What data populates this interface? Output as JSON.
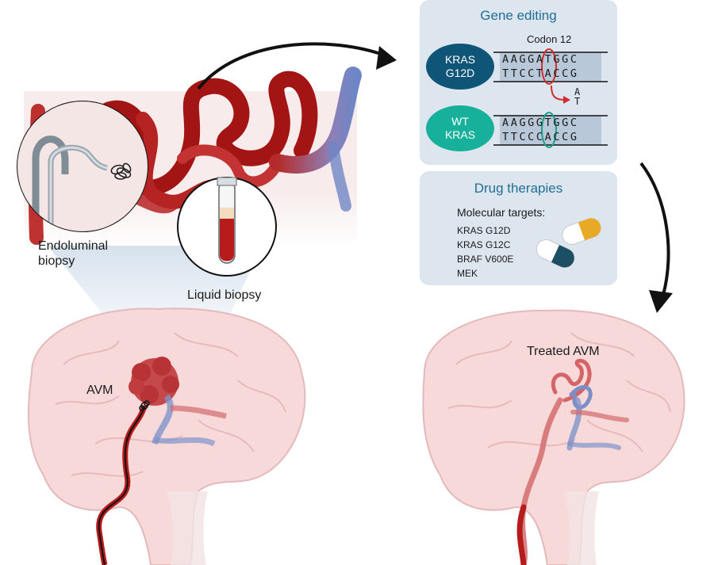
{
  "figure": {
    "labels": {
      "endoluminal_biopsy": "Endoluminal biopsy",
      "liquid_biopsy": "Liquid biopsy",
      "avm": "AVM",
      "treated_avm": "Treated AVM"
    },
    "gene_editing": {
      "title": "Gene editing",
      "codon_label": "Codon 12",
      "mutant": {
        "line1": "KRAS",
        "line2": "G12D",
        "top_strand": "AAGGATGGC",
        "bottom_strand": "TTCCTACCG",
        "color": "#0e5577"
      },
      "edit_letters": {
        "top": "A",
        "bottom": "T"
      },
      "wildtype": {
        "line1": "WT",
        "line2": "KRAS",
        "top_strand": "AAGGGTGGC",
        "bottom_strand": "TTCCCACCG",
        "color": "#17b09a"
      }
    },
    "drug_therapies": {
      "title": "Drug therapies",
      "subtitle": "Molecular targets:",
      "targets": [
        "KRAS G12D",
        "KRAS G12C",
        "BRAF V600E",
        "MEK"
      ]
    },
    "colors": {
      "artery": "#b71c1c",
      "vein": "#7287c4",
      "brain": "#f8d9da",
      "panel": "#dde5ee",
      "title_blue": "#1f6f95"
    }
  }
}
